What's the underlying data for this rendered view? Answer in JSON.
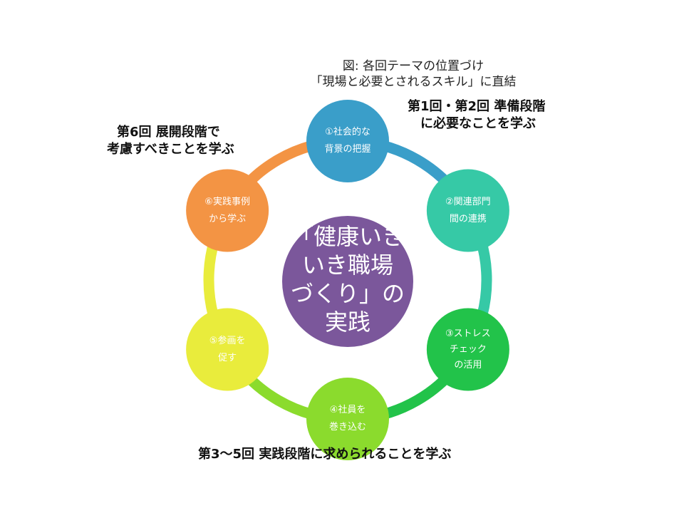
{
  "caption": {
    "line1": "図: 各回テーマの位置づけ",
    "line2": "「現場と必要とされるスキル」に直結"
  },
  "notes": {
    "top_right": [
      "第1回・第2回  準備段階",
      "に必要なことを学ぶ"
    ],
    "top_left": [
      "第6回  展開段階で",
      "考慮すべきことを学ぶ"
    ],
    "bottom": "第3～5回  実践段階に求められることを学ぶ"
  },
  "center": {
    "lines": [
      "「健康いき",
      "いき職場",
      "づくり」の",
      "実践"
    ],
    "color": "#7b579b"
  },
  "nodes": [
    {
      "lines": [
        "①社会的な",
        "背景の把握"
      ],
      "color": "#3a9ec9"
    },
    {
      "lines": [
        "②関連部門",
        "間の連携"
      ],
      "color": "#36c9a6"
    },
    {
      "lines": [
        "③ストレス",
        "チェック",
        "の活用"
      ],
      "color": "#22c34a"
    },
    {
      "lines": [
        "④社員を",
        "巻き込む"
      ],
      "color": "#8bdb2d"
    },
    {
      "lines": [
        "⑤参画を",
        "促す"
      ],
      "color": "#e9ec3c"
    },
    {
      "lines": [
        "⑥実践事例",
        "から学ぶ"
      ],
      "color": "#f39444"
    }
  ]
}
